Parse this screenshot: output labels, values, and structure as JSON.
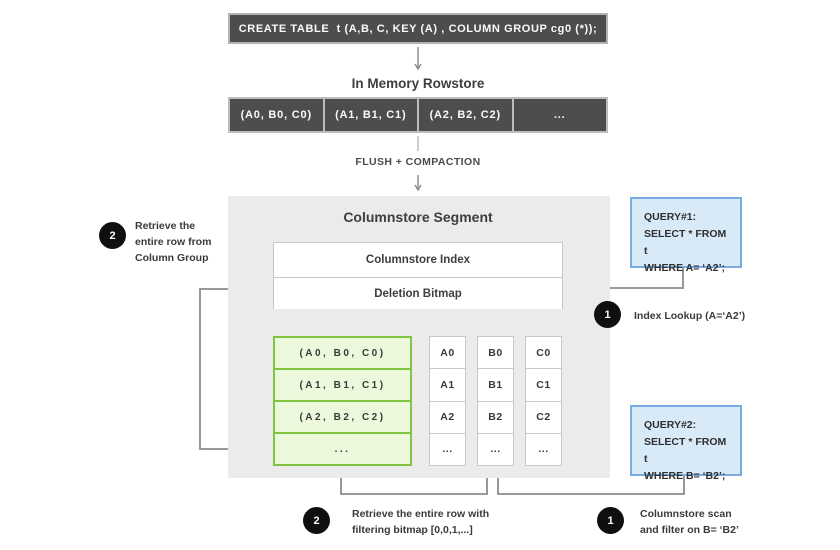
{
  "create_table": {
    "sql": "CREATE TABLE  t (A,B, C, KEY (A) , COLUMN GROUP cg0 (*));"
  },
  "rowstore": {
    "title": "In Memory Rowstore",
    "cells": [
      "(A0, B0, C0)",
      "(A1, B1, C1)",
      "(A2, B2, C2)",
      "..."
    ]
  },
  "flush_label": "FLUSH + COMPACTION",
  "segment": {
    "title": "Columnstore Segment",
    "index_bar": "Columnstore Index",
    "bitmap_bar": "Deletion Bitmap",
    "column_group": {
      "rows": [
        "(A0, B0, C0)",
        "(A1, B1, C1)",
        "(A2, B2, C2)",
        "..."
      ]
    },
    "columns": {
      "a": [
        "A0",
        "A1",
        "A2",
        "..."
      ],
      "b": [
        "B0",
        "B1",
        "B2",
        "..."
      ],
      "c": [
        "C0",
        "C1",
        "C2",
        "..."
      ]
    }
  },
  "query1": {
    "lines": [
      "QUERY#1:",
      "SELECT * FROM t",
      "WHERE A= ‘A2’;"
    ]
  },
  "query2": {
    "lines": [
      "QUERY#2:",
      "SELECT * FROM t",
      "WHERE B= ‘B2’;"
    ]
  },
  "annotations": {
    "index_lookup": {
      "badge": "1",
      "text": "Index Lookup (A=‘A2’)"
    },
    "columnstore_scan": {
      "badge": "1",
      "lines": [
        "Columnstore scan",
        "and filter on B= ‘B2’"
      ]
    },
    "retrieve_column_group": {
      "badge": "2",
      "lines": [
        "Retrieve the",
        "entire row from",
        "Column Group"
      ]
    },
    "retrieve_filtering": {
      "badge": "2",
      "lines": [
        "Retrieve the entire row with",
        "filtering bitmap [0,0,1,...]"
      ]
    }
  },
  "colors": {
    "dark_box": "#4d4d4d",
    "segment_bg": "#ebebeb",
    "green_border": "#82c341",
    "green_bg": "#edf9dc",
    "blue_border": "#7aabe3",
    "blue_bg": "#d8e9f8",
    "connector": "#8c8c8c",
    "badge_bg": "#0f0f0f"
  }
}
